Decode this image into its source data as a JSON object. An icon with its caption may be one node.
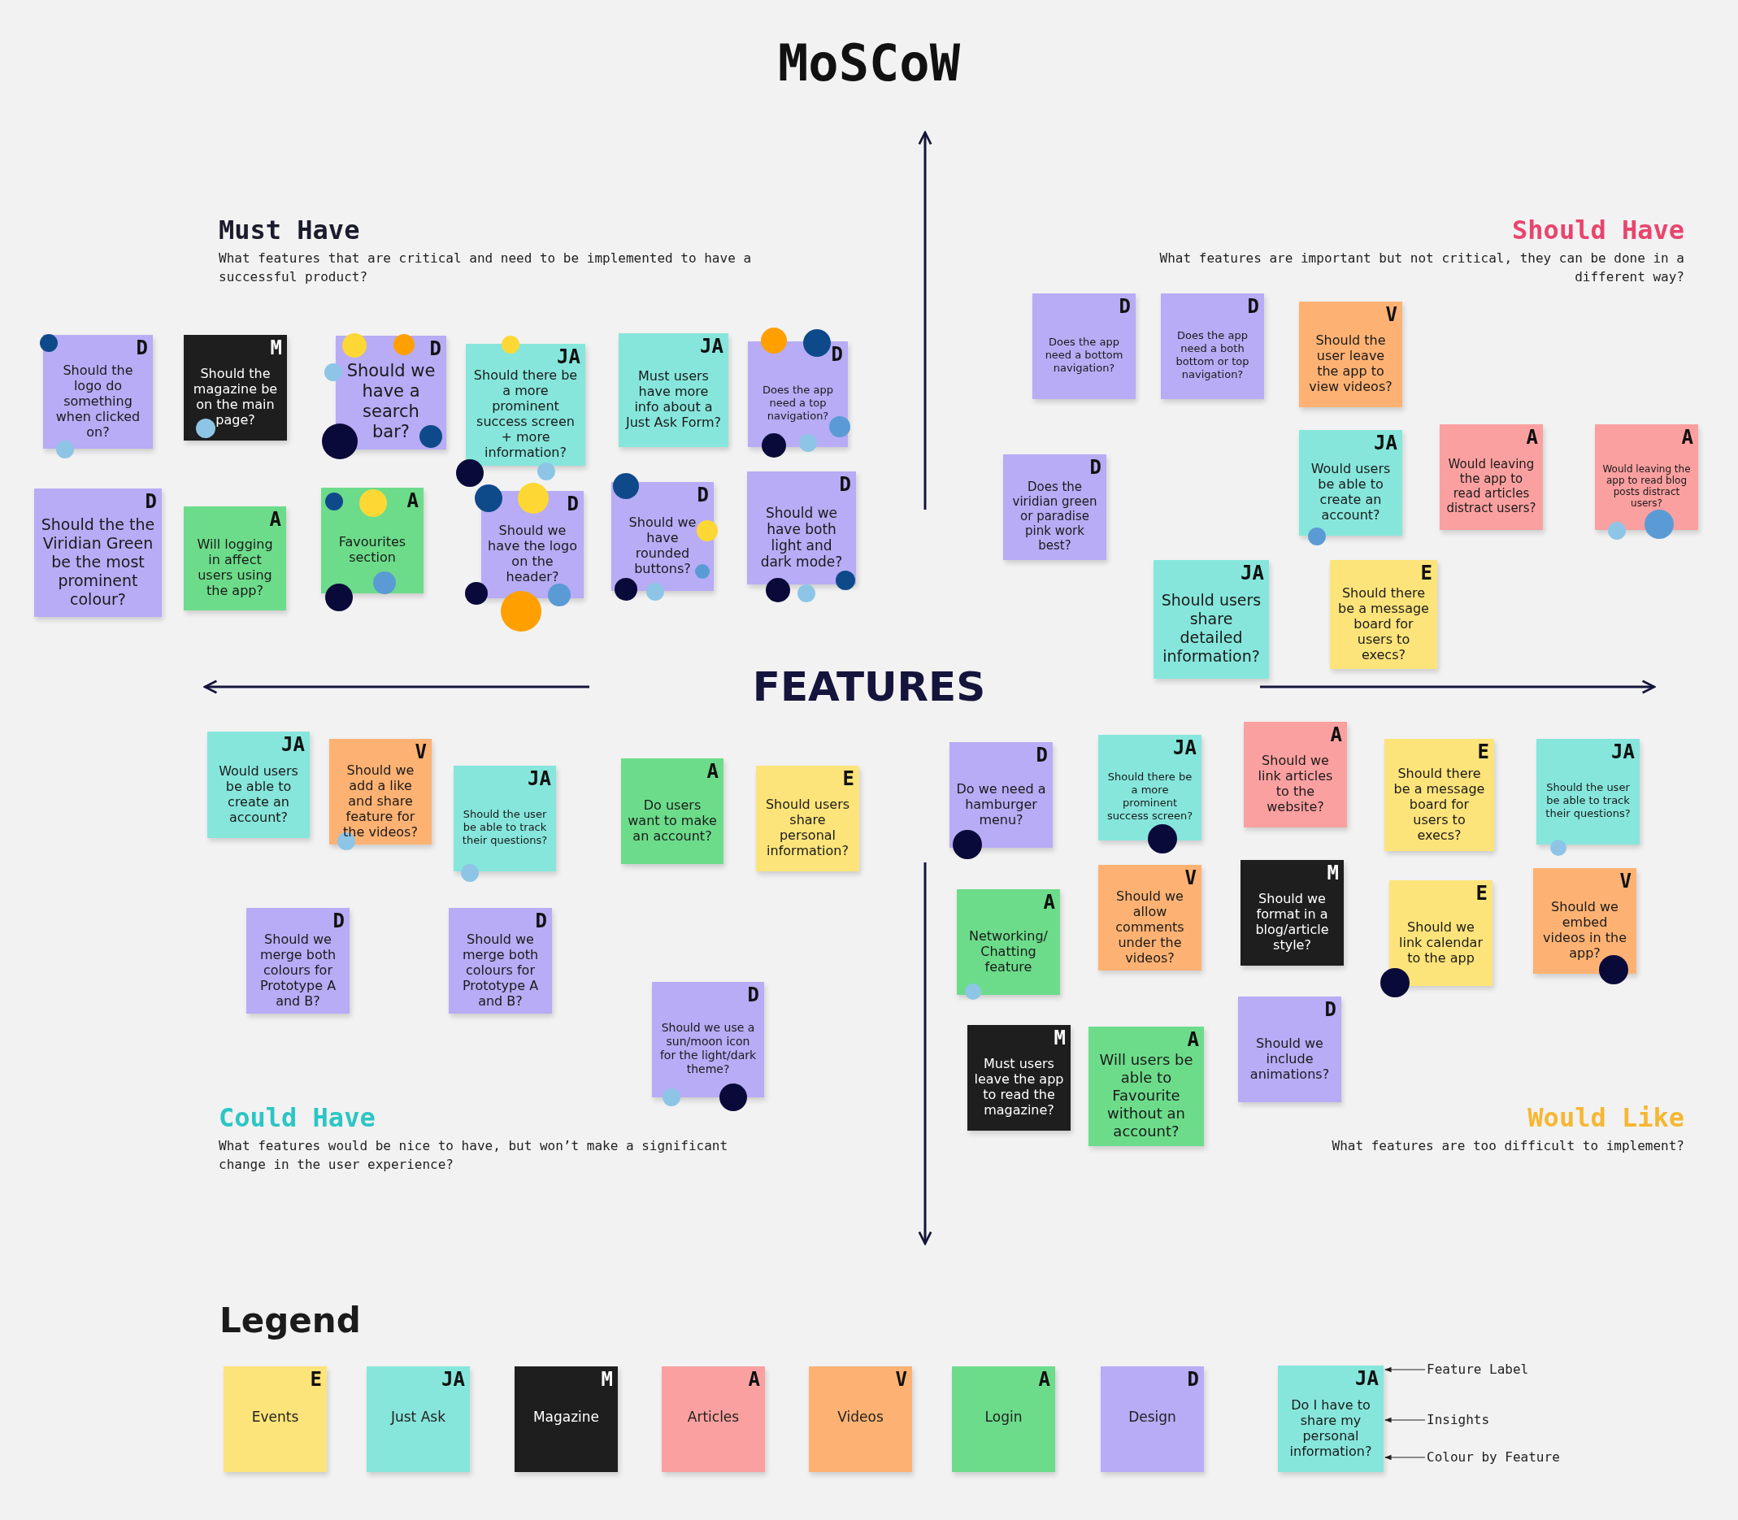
{
  "diagram": {
    "title": "MoSCoW",
    "nodes": [
      {
        "text": [
          "D",
          "Should the logo do something when clicked on?"
        ]
      },
      {
        "text": [
          "M",
          "Should the magazine be on the main page?"
        ]
      },
      {
        "text": [
          "D",
          "Should we have a search bar?"
        ]
      },
      {
        "text": [
          "JA",
          "Should there be a more prominent success screen + more information?"
        ]
      },
      {
        "text": [
          "JA",
          "Must users have more info about a Just Ask Form?"
        ]
      },
      {
        "text": [
          "D",
          "Does the app need a top navigation?"
        ]
      },
      {
        "text": [
          "D",
          "Should the the Viridian Green be the most prominent colour?"
        ]
      },
      {
        "text": [
          "A",
          "Will logging in affect users using the app?"
        ]
      },
      {
        "text": [
          "A",
          "Favourites section"
        ]
      },
      {
        "text": [
          "D",
          "Should we have the logo on the header?"
        ]
      },
      {
        "text": [
          "D",
          "Should we have rounded buttons?"
        ]
      },
      {
        "text": [
          "D",
          "Should we have both light and dark mode?"
        ]
      },
      {
        "text": [
          "D",
          "Does the app need a bottom navigation?"
        ]
      },
      {
        "text": [
          "D",
          "Does the app need a both bottom or top navigation?"
        ]
      },
      {
        "text": [
          "V",
          "Should the user leave the app to view videos?"
        ]
      },
      {
        "text": [
          "D",
          "Does the viridian green or paradise pink work best?"
        ]
      },
      {
        "text": [
          "JA",
          "Would users be able to create an account?"
        ]
      },
      {
        "text": [
          "A",
          "Would leaving the app to read articles distract users?"
        ]
      },
      {
        "text": [
          "A",
          "Would leaving the app to read blog posts distract users?"
        ]
      },
      {
        "text": [
          "JA",
          "Should users share detailed information?"
        ]
      },
      {
        "text": [
          "E",
          "Should there be a message board for users to execs?"
        ]
      },
      {
        "text": [
          "JA",
          "Would users be able to create an account?"
        ]
      },
      {
        "text": [
          "V",
          "Should we add a like and share feature for the videos?"
        ]
      },
      {
        "text": [
          "JA",
          "Should the user be able to track their questions?"
        ]
      },
      {
        "text": [
          "A",
          "Do users want to make an account?"
        ]
      },
      {
        "text": [
          "E",
          "Should users share personal information?"
        ]
      },
      {
        "text": [
          "D",
          "Should we merge both colours for Prototype A and B?"
        ]
      },
      {
        "text": [
          "D",
          "Should we merge both colours for Prototype A and B?"
        ]
      },
      {
        "text": [
          "D",
          "Should we use a sun/moon icon for the light/dark theme?"
        ]
      },
      {
        "text": [
          "D",
          "Do we need a hamburger menu?"
        ]
      },
      {
        "text": [
          "JA",
          "Should there be a more prominent success screen?"
        ]
      },
      {
        "text": [
          "A",
          "Should we link articles to the website?"
        ]
      },
      {
        "text": [
          "E",
          "Should there be a message board for users to execs?"
        ]
      },
      {
        "text": [
          "JA",
          "Should the user be able to track their questions?"
        ]
      },
      {
        "text": [
          "A",
          "Networking/ Chatting feature"
        ]
      },
      {
        "text": [
          "V",
          "Should we allow comments under the videos?"
        ]
      },
      {
        "text": [
          "M",
          "Should we format in a blog/article style?"
        ]
      },
      {
        "text": [
          "E",
          "Should we link calendar to the app"
        ]
      },
      {
        "text": [
          "V",
          "Should we embed videos in the app?"
        ]
      },
      {
        "text": [
          "M",
          "Must users leave the app to read the magazine?"
        ]
      },
      {
        "text": [
          "A",
          "Will users be able to Favourite without an account?"
        ]
      },
      {
        "text": [
          "D",
          "Should we include animations?"
        ]
      },
      {
        "text": [
          "JA",
          "Do I have to share my personal information?"
        ]
      },
      {
        "text": [
          "Feature Label"
        ]
      },
      {
        "text": [
          "Insights"
        ]
      },
      {
        "text": [
          "Colour by Feature"
        ]
      }
    ],
    "edges": [
      {
        "from": 43,
        "to": 42,
        "arrow": "to"
      },
      {
        "from": 44,
        "to": 42,
        "arrow": "to"
      },
      {
        "from": 45,
        "to": 42,
        "arrow": "to"
      }
    ],
    "labels": [
      "FEATURES",
      "Must Have",
      "What features that are critical and need to be implemented to have a successful product?",
      "Should Have",
      "What features are important but not critical, they can be done in a different way?",
      "Could Have",
      "What features would be nice to have, but won’t make a significant change in the user experience?",
      "Would Like",
      "What features are too difficult to implement?",
      "Legend",
      "E",
      "JA",
      "M",
      "A",
      "V",
      "A",
      "D"
    ],
    "legend": [
      {
        "text": "Events",
        "color": "#fde47a"
      },
      {
        "text": "Just Ask",
        "color": "#86e6dc"
      },
      {
        "text": "Magazine",
        "color": "#1e1e1e"
      },
      {
        "text": "Articles",
        "color": "#fba0a0"
      },
      {
        "text": "Videos",
        "color": "#fdb273"
      },
      {
        "text": "Login",
        "color": "#6cdc8a"
      },
      {
        "text": "Design",
        "color": "#b7acf5"
      }
    ]
  }
}
